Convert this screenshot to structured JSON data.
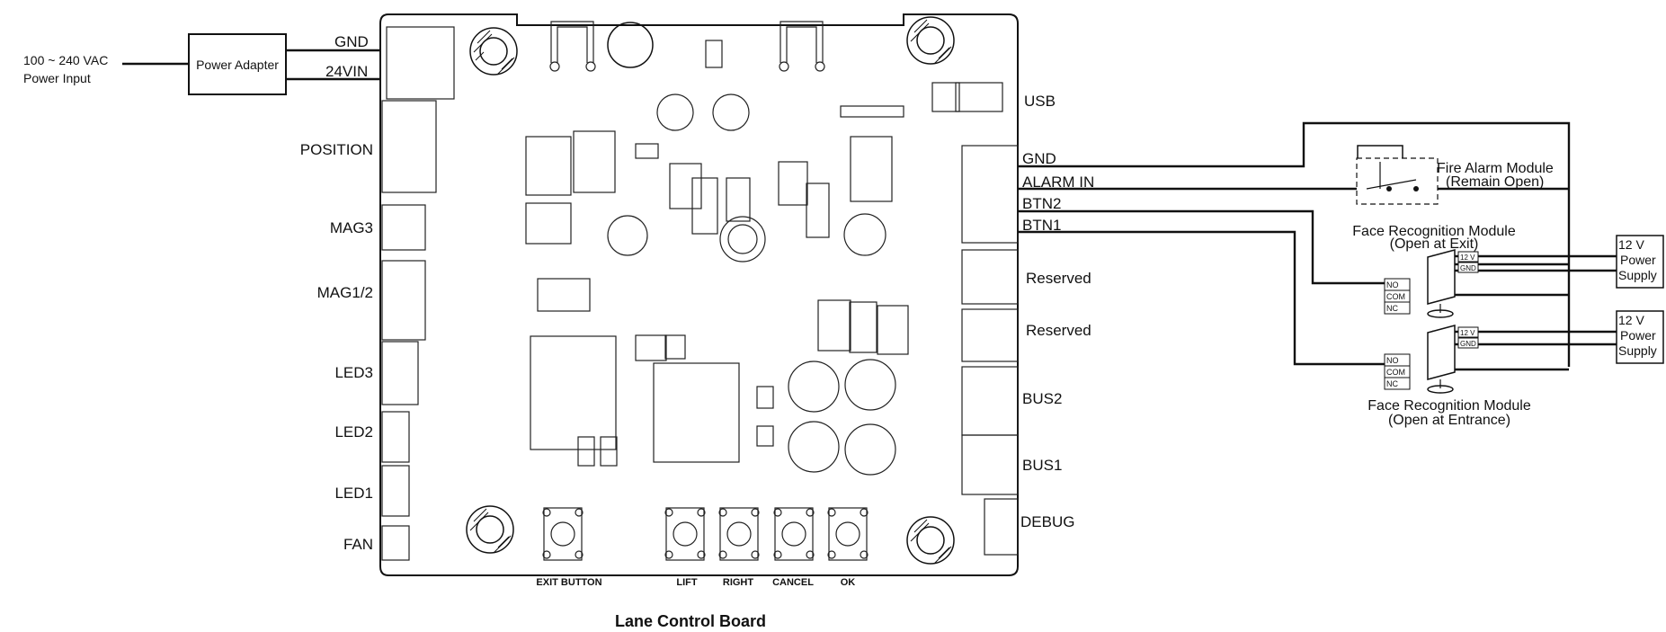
{
  "input_power": {
    "line1": "100 ~ 240 VAC",
    "line2": "Power Input"
  },
  "power_adapter": "Power Adapter",
  "board_title": "Lane Control Board",
  "left_terminals": {
    "gnd": "GND",
    "vin": "24VIN",
    "position": "POSITION",
    "mag3": "MAG3",
    "mag12": "MAG1/2",
    "led3": "LED3",
    "led2": "LED2",
    "led1": "LED1",
    "fan": "FAN"
  },
  "right_terminals": {
    "usb": "USB",
    "gnd": "GND",
    "alarm_in": "ALARM IN",
    "btn2": "BTN2",
    "btn1": "BTN1",
    "reserved1": "Reserved",
    "reserved2": "Reserved",
    "bus2": "BUS2",
    "bus1": "BUS1",
    "debug": "DEBUG"
  },
  "buttons": {
    "exit": "EXIT  BUTTON",
    "lift": "LIFT",
    "right": "RIGHT",
    "cancel": "CANCEL",
    "ok": "OK"
  },
  "fire_alarm": {
    "line1": "Fire Alarm Module",
    "line2": "(Remain Open)"
  },
  "face_exit": {
    "line1": "Face Recognition Module",
    "line2": "(Open at Exit)"
  },
  "face_entrance": {
    "line1": "Face Recognition Module",
    "line2": "(Open at Entrance)"
  },
  "relay_pins": {
    "no": "NO",
    "com": "COM",
    "nc": "NC"
  },
  "power_pins": {
    "v12": "12 V",
    "gnd": "GND"
  },
  "supply": {
    "line1": "12 V",
    "line2": "Power",
    "line3": "Supply"
  }
}
